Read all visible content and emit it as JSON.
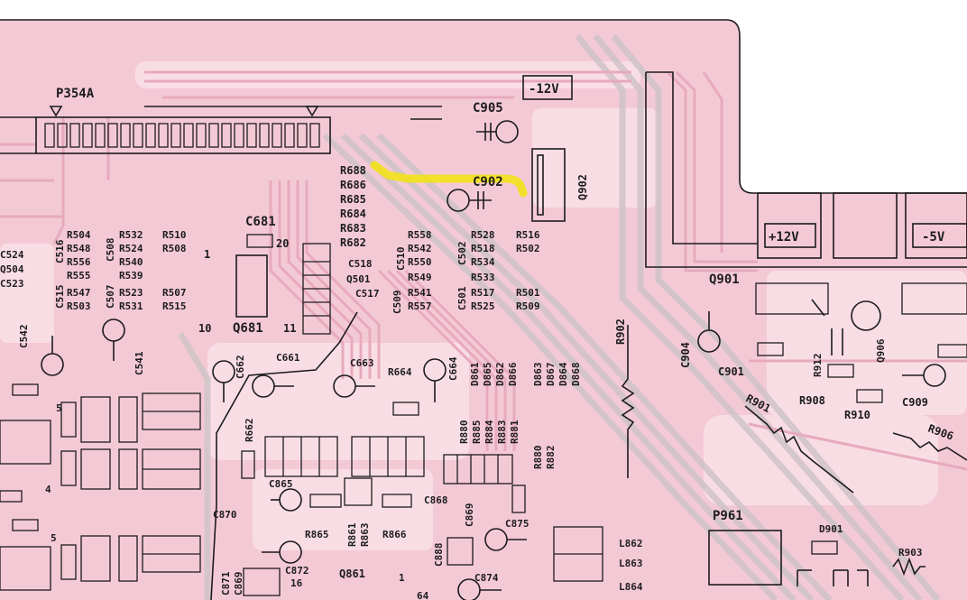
{
  "colors": {
    "board": "#f4c9d6",
    "board_light": "#f9dde5",
    "trace": "#e9b7c6",
    "grey_trace": "#c9c2c4",
    "ink": "#1c1c1c",
    "highlight": "#f2e21a"
  },
  "connectors": {
    "p354a": "P354A",
    "p961": "P961"
  },
  "voltage_boxes": {
    "neg12": "-12V",
    "pos12": "+12V",
    "neg5": "-5V"
  },
  "labels": {
    "c905": "C905",
    "c902": "C902",
    "q902": "Q902",
    "c681": "C681",
    "q681": "Q681",
    "pin10": "10",
    "pin11": "11",
    "pin20": "20",
    "pin1": "1",
    "col_r688": [
      "R688",
      "R686",
      "R685",
      "R684",
      "R683",
      "R682"
    ],
    "col_r504": [
      "R504",
      "R548",
      "R556",
      "R555",
      "R547",
      "R503"
    ],
    "col_r532": [
      "R532",
      "R524",
      "R540",
      "R539",
      "R523",
      "R531"
    ],
    "col_r510": [
      "R510",
      "R508"
    ],
    "col_r507": [
      "R507",
      "R515"
    ],
    "col_r558": [
      "R558",
      "R542",
      "R550",
      "R549",
      "R541",
      "R557"
    ],
    "col_r528": [
      "R528",
      "R518",
      "R534",
      "R533",
      "R517",
      "R525"
    ],
    "col_r516": [
      "R516",
      "R502"
    ],
    "col_r501": [
      "R501",
      "R509"
    ],
    "c518": "C518",
    "q501": "Q501",
    "c517": "C517",
    "c510": "C510",
    "c509": "C509",
    "c502": "C502",
    "c501": "C501",
    "c516": "C516",
    "c508": "C508",
    "c515": "C515",
    "c507": "C507",
    "c524": "C524",
    "q504": "Q504",
    "c523": "C523",
    "c542": "C542",
    "c541": "C541",
    "r902": "R902",
    "q901": "Q901",
    "c904": "C904",
    "c901": "C901",
    "r912": "R912",
    "q906": "Q906",
    "r908": "R908",
    "r910": "R910",
    "c909": "C909",
    "r901": "R901",
    "r906": "R906",
    "c662": "C662",
    "c661": "C661",
    "c663": "C663",
    "r664": "R664",
    "c664": "C664",
    "r662": "R662",
    "diodes_d": [
      "D861",
      "D865",
      "D862",
      "D866",
      "D863",
      "D867",
      "D864",
      "D868"
    ],
    "res_r": [
      "R880",
      "R885",
      "R884",
      "R883",
      "R881",
      "R880",
      "R882"
    ],
    "c865": "C865",
    "c870": "C870",
    "r865": "R865",
    "r861": "R861",
    "r863": "R863",
    "r866": "R866",
    "c868": "C868",
    "c869": "C869",
    "c875": "C875",
    "c888": "C888",
    "c874": "C874",
    "c872": "C872",
    "q861": "Q861",
    "c871": "C871",
    "c869b": "C869",
    "l862": "L862",
    "l863": "L863",
    "l864": "L864",
    "d901": "D901",
    "r903": "R903",
    "pin16": "16",
    "pin1b": "1",
    "pin5": "5",
    "pin4": "4",
    "pin5b": "5",
    "pin64": "64"
  }
}
